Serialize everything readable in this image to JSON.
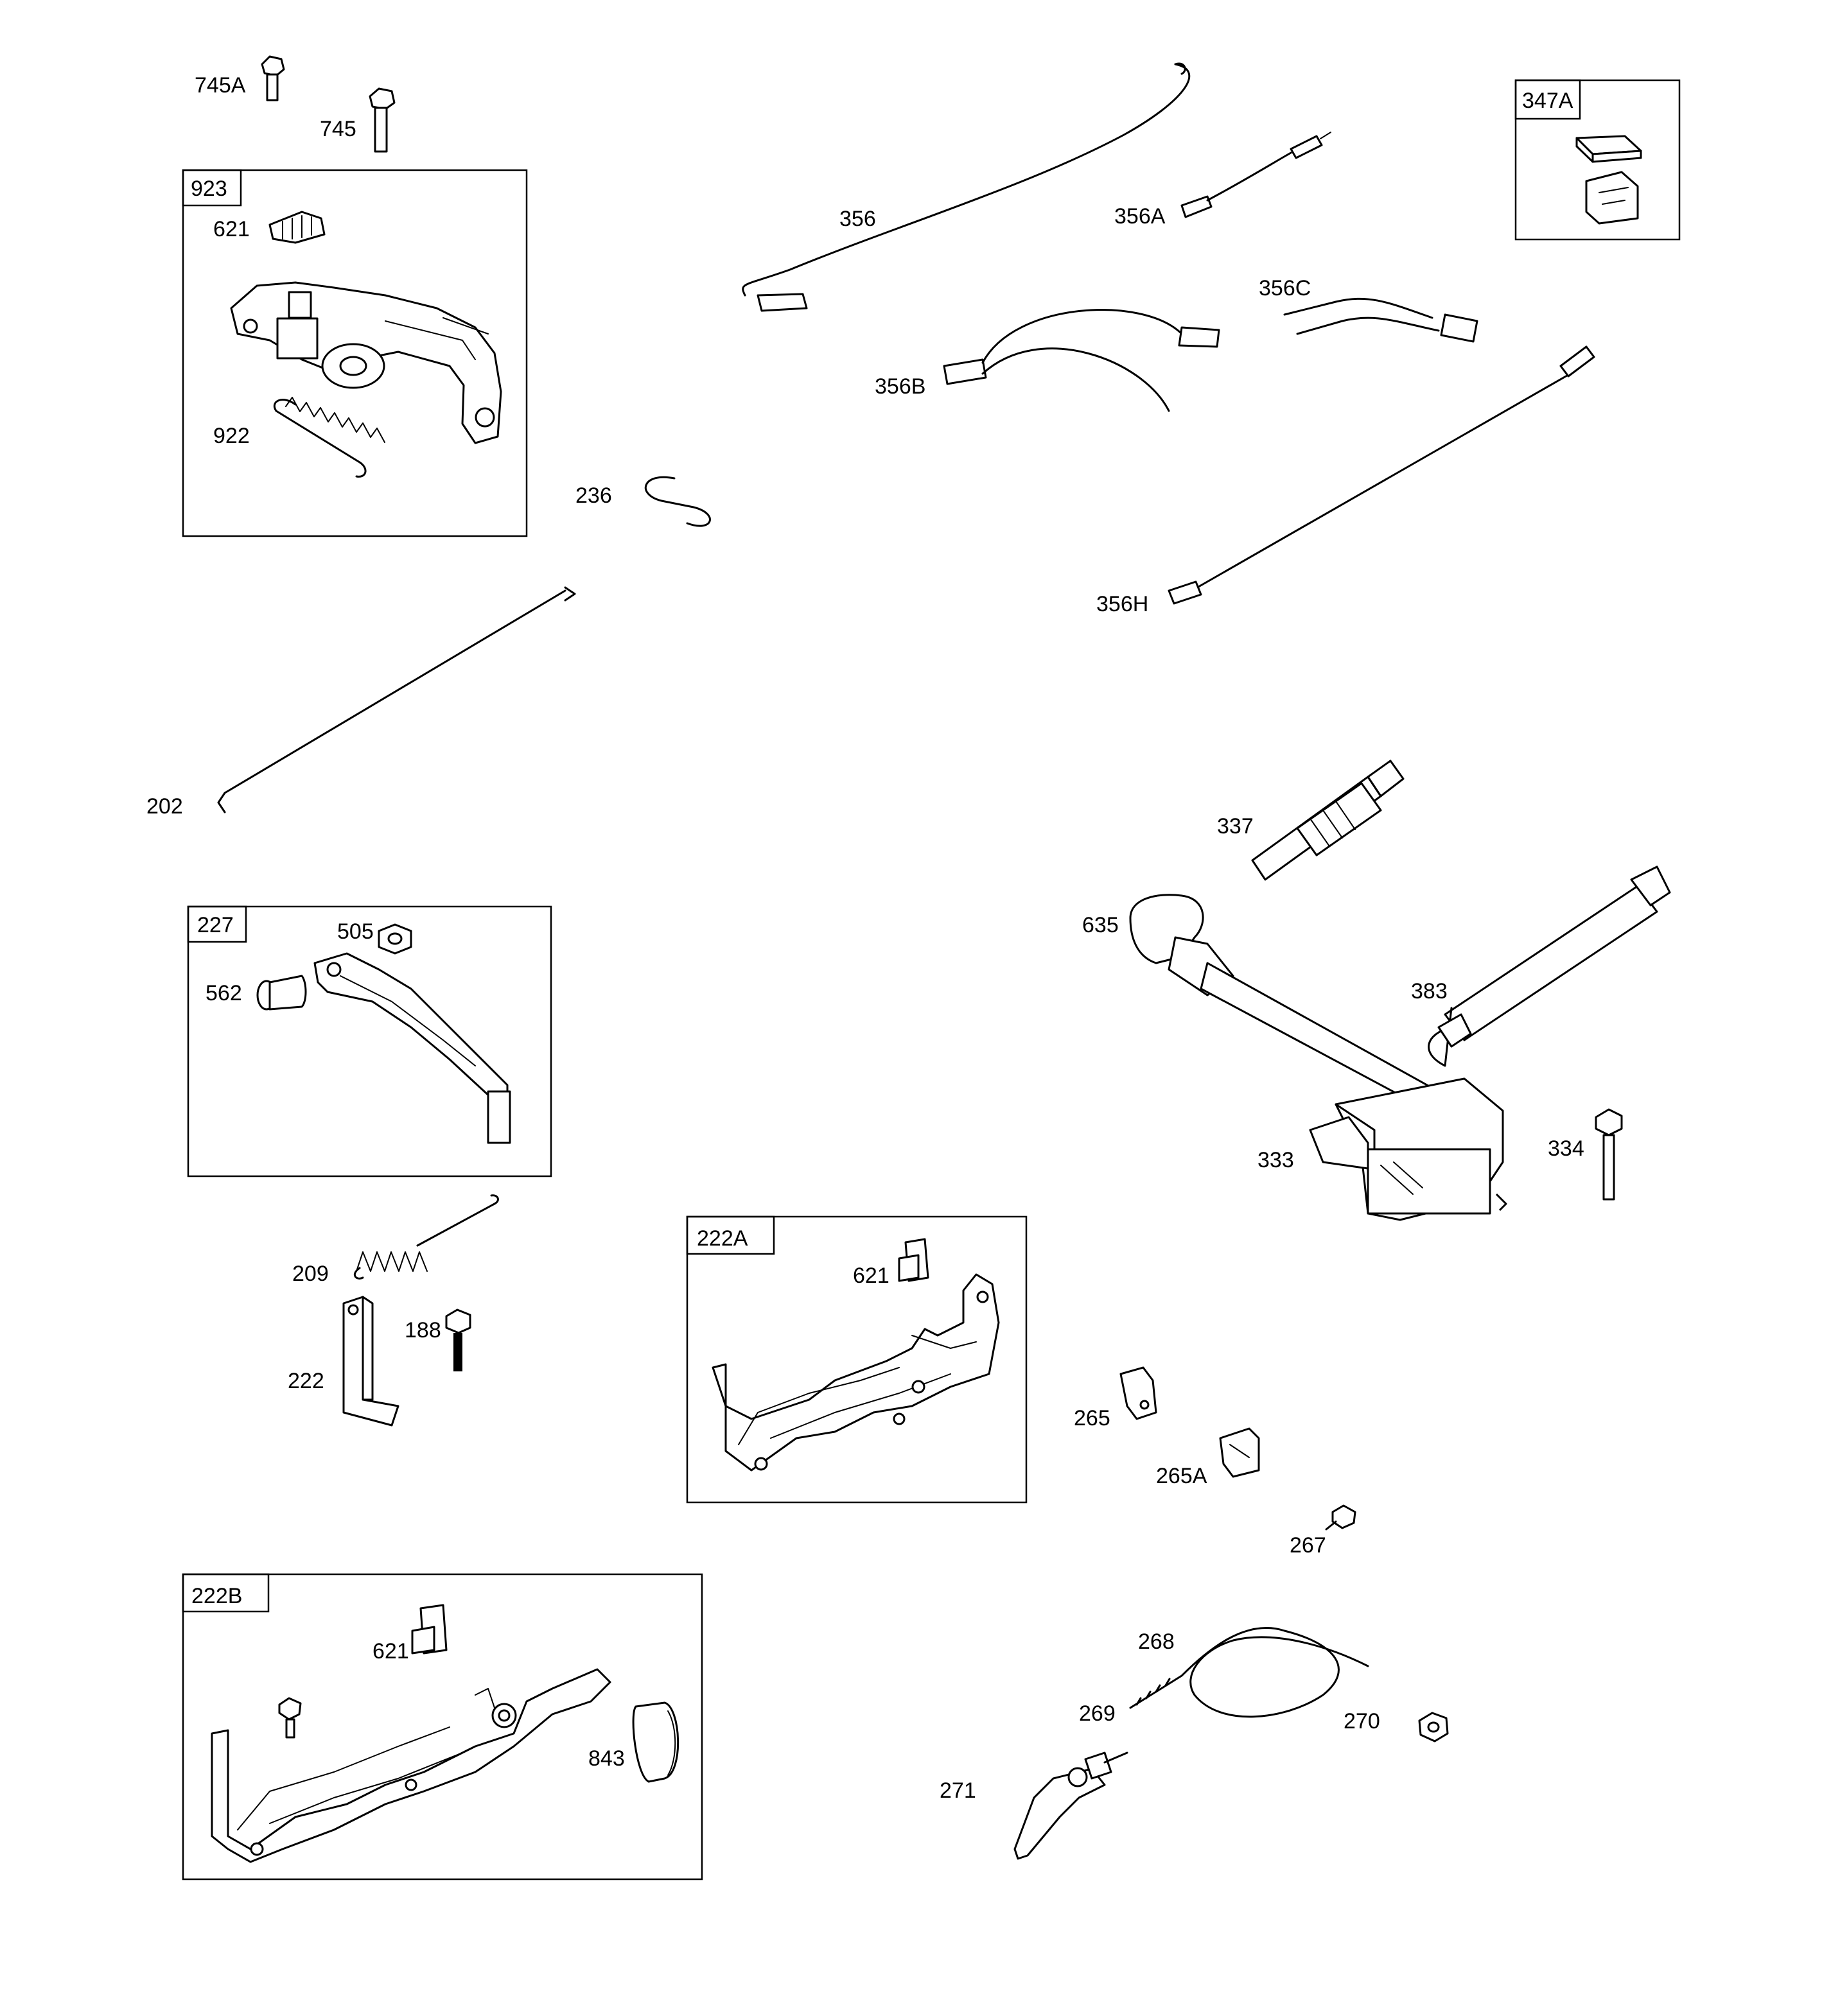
{
  "callouts": {
    "c745A": "745A",
    "c745": "745",
    "c923": "923",
    "c621a": "621",
    "c922": "922",
    "c356": "356",
    "c356A": "356A",
    "c347A": "347A",
    "c356B": "356B",
    "c356C": "356C",
    "c236": "236",
    "c356H": "356H",
    "c202": "202",
    "c337": "337",
    "c227": "227",
    "c505": "505",
    "c562": "562",
    "c635": "635",
    "c383": "383",
    "c333": "333",
    "c334": "334",
    "c209": "209",
    "c222A": "222A",
    "c621b": "621",
    "c188": "188",
    "c222": "222",
    "c265": "265",
    "c265A": "265A",
    "c267": "267",
    "c222B": "222B",
    "c621c": "621",
    "c268": "268",
    "c269": "269",
    "c270": "270",
    "c843": "843",
    "c271": "271"
  }
}
